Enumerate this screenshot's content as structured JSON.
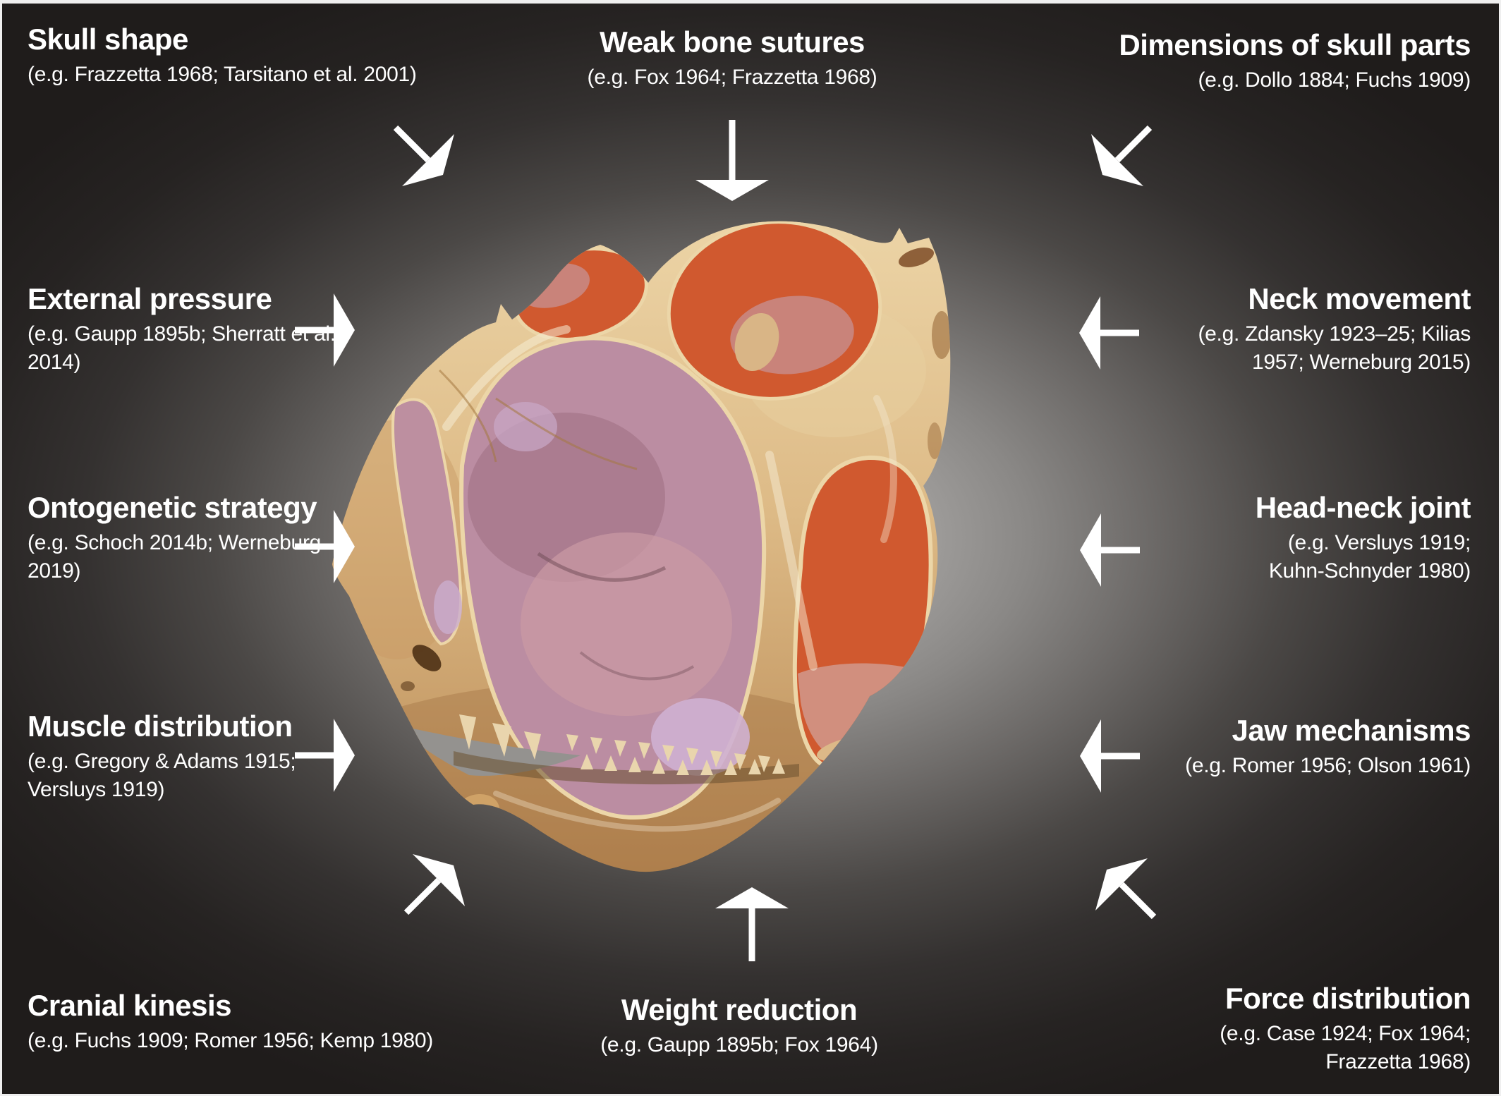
{
  "figure": {
    "type": "annotated-skull-diagram",
    "center_image": {
      "name": "tuatara-skull",
      "description": "Anterolateral photograph of a tuatara (Sphenodon) skull; upper and lateral temporal fenestrae highlighted orange, orbit and nasal region highlighted pink"
    },
    "palette": {
      "background_edge": "#201d1c",
      "background_center": "#b4b2b0",
      "text": "#ffffff",
      "arrow": "#ffffff",
      "bone_light": "#ecd4a6",
      "bone_dark": "#b98a55",
      "fenestra_orange": "#d0592f",
      "fenestra_salmon": "#cf8d7c",
      "orbit_pink": "#bb8da2",
      "orbit_lavender": "#ccadce"
    },
    "labels": [
      {
        "title": "Skull shape",
        "citation_lines": [
          "(e.g. Frazzetta 1968; Tarsitano et al. 2001)"
        ],
        "arrow_direction": "down-right"
      },
      {
        "title": "Weak bone sutures",
        "citation_lines": [
          "(e.g. Fox 1964; Frazzetta 1968)"
        ],
        "arrow_direction": "down"
      },
      {
        "title": "Dimensions of skull parts",
        "citation_lines": [
          "(e.g. Dollo 1884; Fuchs 1909)"
        ],
        "arrow_direction": "down-left"
      },
      {
        "title": "External pressure",
        "citation_lines": [
          "(e.g. Gaupp 1895b; Sherratt et al.",
          "2014)"
        ],
        "arrow_direction": "right"
      },
      {
        "title": "Neck movement",
        "citation_lines": [
          "(e.g. Zdansky 1923–25; Kilias",
          "1957; Werneburg 2015)"
        ],
        "arrow_direction": "left"
      },
      {
        "title": "Ontogenetic strategy",
        "citation_lines": [
          "(e.g. Schoch 2014b; Werneburg",
          "2019)"
        ],
        "arrow_direction": "right"
      },
      {
        "title": "Head-neck joint",
        "citation_lines": [
          "(e.g. Versluys 1919;",
          "Kuhn-Schnyder 1980)"
        ],
        "arrow_direction": "left"
      },
      {
        "title": "Muscle distribution",
        "citation_lines": [
          "(e.g. Gregory & Adams 1915;",
          "Versluys 1919)"
        ],
        "arrow_direction": "right"
      },
      {
        "title": "Jaw mechanisms",
        "citation_lines": [
          "(e.g. Romer 1956; Olson 1961)"
        ],
        "arrow_direction": "left"
      },
      {
        "title": "Cranial kinesis",
        "citation_lines": [
          "(e.g. Fuchs 1909; Romer 1956; Kemp 1980)"
        ],
        "arrow_direction": "up-right"
      },
      {
        "title": "Weight reduction",
        "citation_lines": [
          "(e.g. Gaupp 1895b; Fox 1964)"
        ],
        "arrow_direction": "up"
      },
      {
        "title": "Force distribution",
        "citation_lines": [
          "(e.g. Case 1924; Fox 1964;",
          "Frazzetta 1968)"
        ],
        "arrow_direction": "up-left"
      }
    ]
  }
}
